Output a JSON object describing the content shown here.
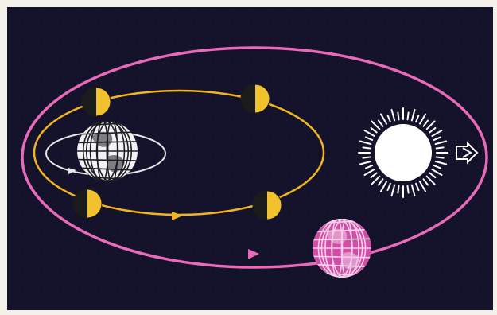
{
  "diagram": {
    "colors": {
      "background": "#14122a",
      "frame": "#f4f1ea",
      "outer_orbit": "#e86ab8",
      "inner_orbit": "#f2b51e",
      "sun": "#ffffff",
      "moon_light": "#f2c22e",
      "moon_dark": "#1b1b1b",
      "earth_white": "#f2f2f2",
      "earth_magenta": "#d14da6"
    },
    "elements": [
      {
        "name": "outer-orbit-ellipse",
        "kind": "orbit"
      },
      {
        "name": "inner-orbit-ellipse",
        "kind": "orbit"
      },
      {
        "name": "sun",
        "kind": "star"
      },
      {
        "name": "sunlight-arrow-icon",
        "kind": "icon"
      },
      {
        "name": "earth-white",
        "kind": "planet"
      },
      {
        "name": "earth-magenta",
        "kind": "planet"
      },
      {
        "name": "moon-top-left",
        "kind": "moon"
      },
      {
        "name": "moon-top-right",
        "kind": "moon"
      },
      {
        "name": "moon-bottom-left",
        "kind": "moon"
      },
      {
        "name": "moon-bottom-right",
        "kind": "moon"
      }
    ]
  }
}
